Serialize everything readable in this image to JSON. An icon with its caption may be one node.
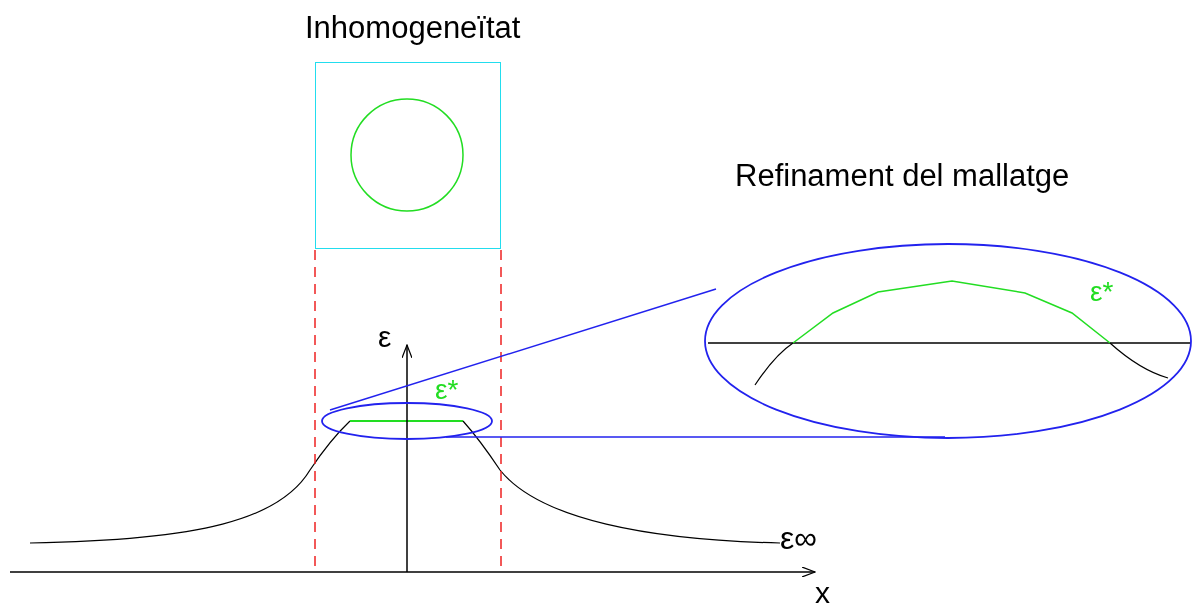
{
  "diagram": {
    "nodes": [
      {
        "text": [
          "Inhomogeneïtat"
        ]
      },
      {
        "text": [],
        "shape": "circle",
        "in": 0
      },
      {
        "text": [
          "ε*"
        ]
      },
      {
        "text": [
          "Refinament del mallatge",
          "ε*"
        ]
      }
    ],
    "edges": [
      {
        "from": 2,
        "to": 3,
        "arrow": "none"
      },
      {
        "from": 2,
        "to": 3,
        "arrow": "none"
      }
    ],
    "labels": [
      "ε",
      "ε∞",
      "x"
    ]
  }
}
